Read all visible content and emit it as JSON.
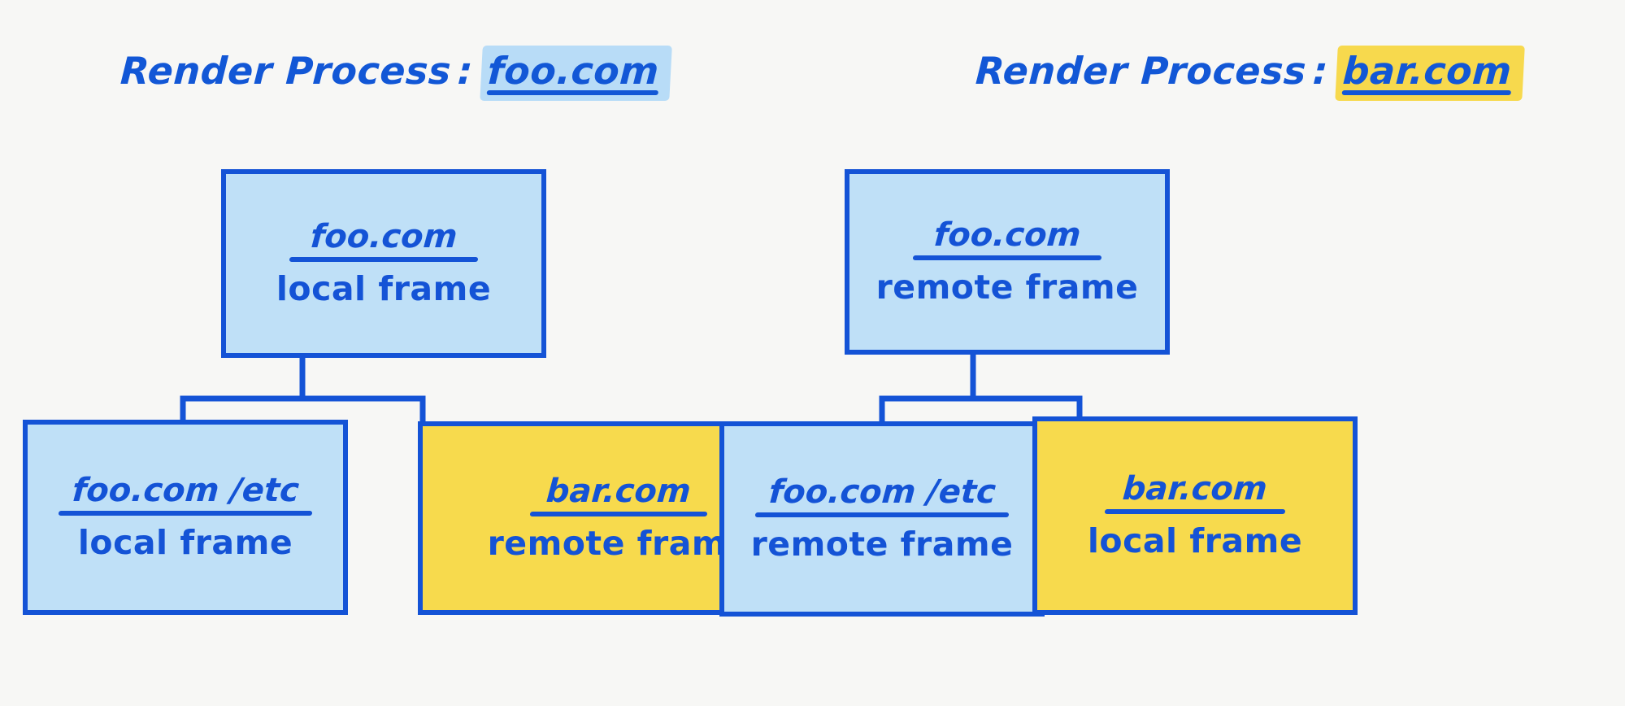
{
  "page": {
    "background_color": "#f7f7f5",
    "ink_color": "#1453d6",
    "blue_fill": "#bfe0f7",
    "yellow_fill": "#f7da4d",
    "blue_highlight": "#b8dcf7",
    "yellow_highlight": "#f7d94d"
  },
  "panels": [
    {
      "id": "left",
      "title": {
        "label": "Render Process",
        "separator": ":",
        "origin": "foo.com",
        "highlight_color": "#b8dcf7"
      },
      "tree": {
        "root": {
          "origin": "foo.com",
          "kind": "local frame",
          "fill": "blue"
        },
        "children": [
          {
            "origin": "foo.com /etc",
            "kind": "local frame",
            "fill": "blue"
          },
          {
            "origin": "bar.com",
            "kind": "remote frame",
            "fill": "yellow"
          }
        ]
      }
    },
    {
      "id": "right",
      "title": {
        "label": "Render Process",
        "separator": ":",
        "origin": "bar.com",
        "highlight_color": "#f7d94d"
      },
      "tree": {
        "root": {
          "origin": "foo.com",
          "kind": "remote frame",
          "fill": "blue"
        },
        "children": [
          {
            "origin": "foo.com /etc",
            "kind": "remote frame",
            "fill": "blue"
          },
          {
            "origin": "bar.com",
            "kind": "local frame",
            "fill": "yellow"
          }
        ]
      }
    }
  ]
}
